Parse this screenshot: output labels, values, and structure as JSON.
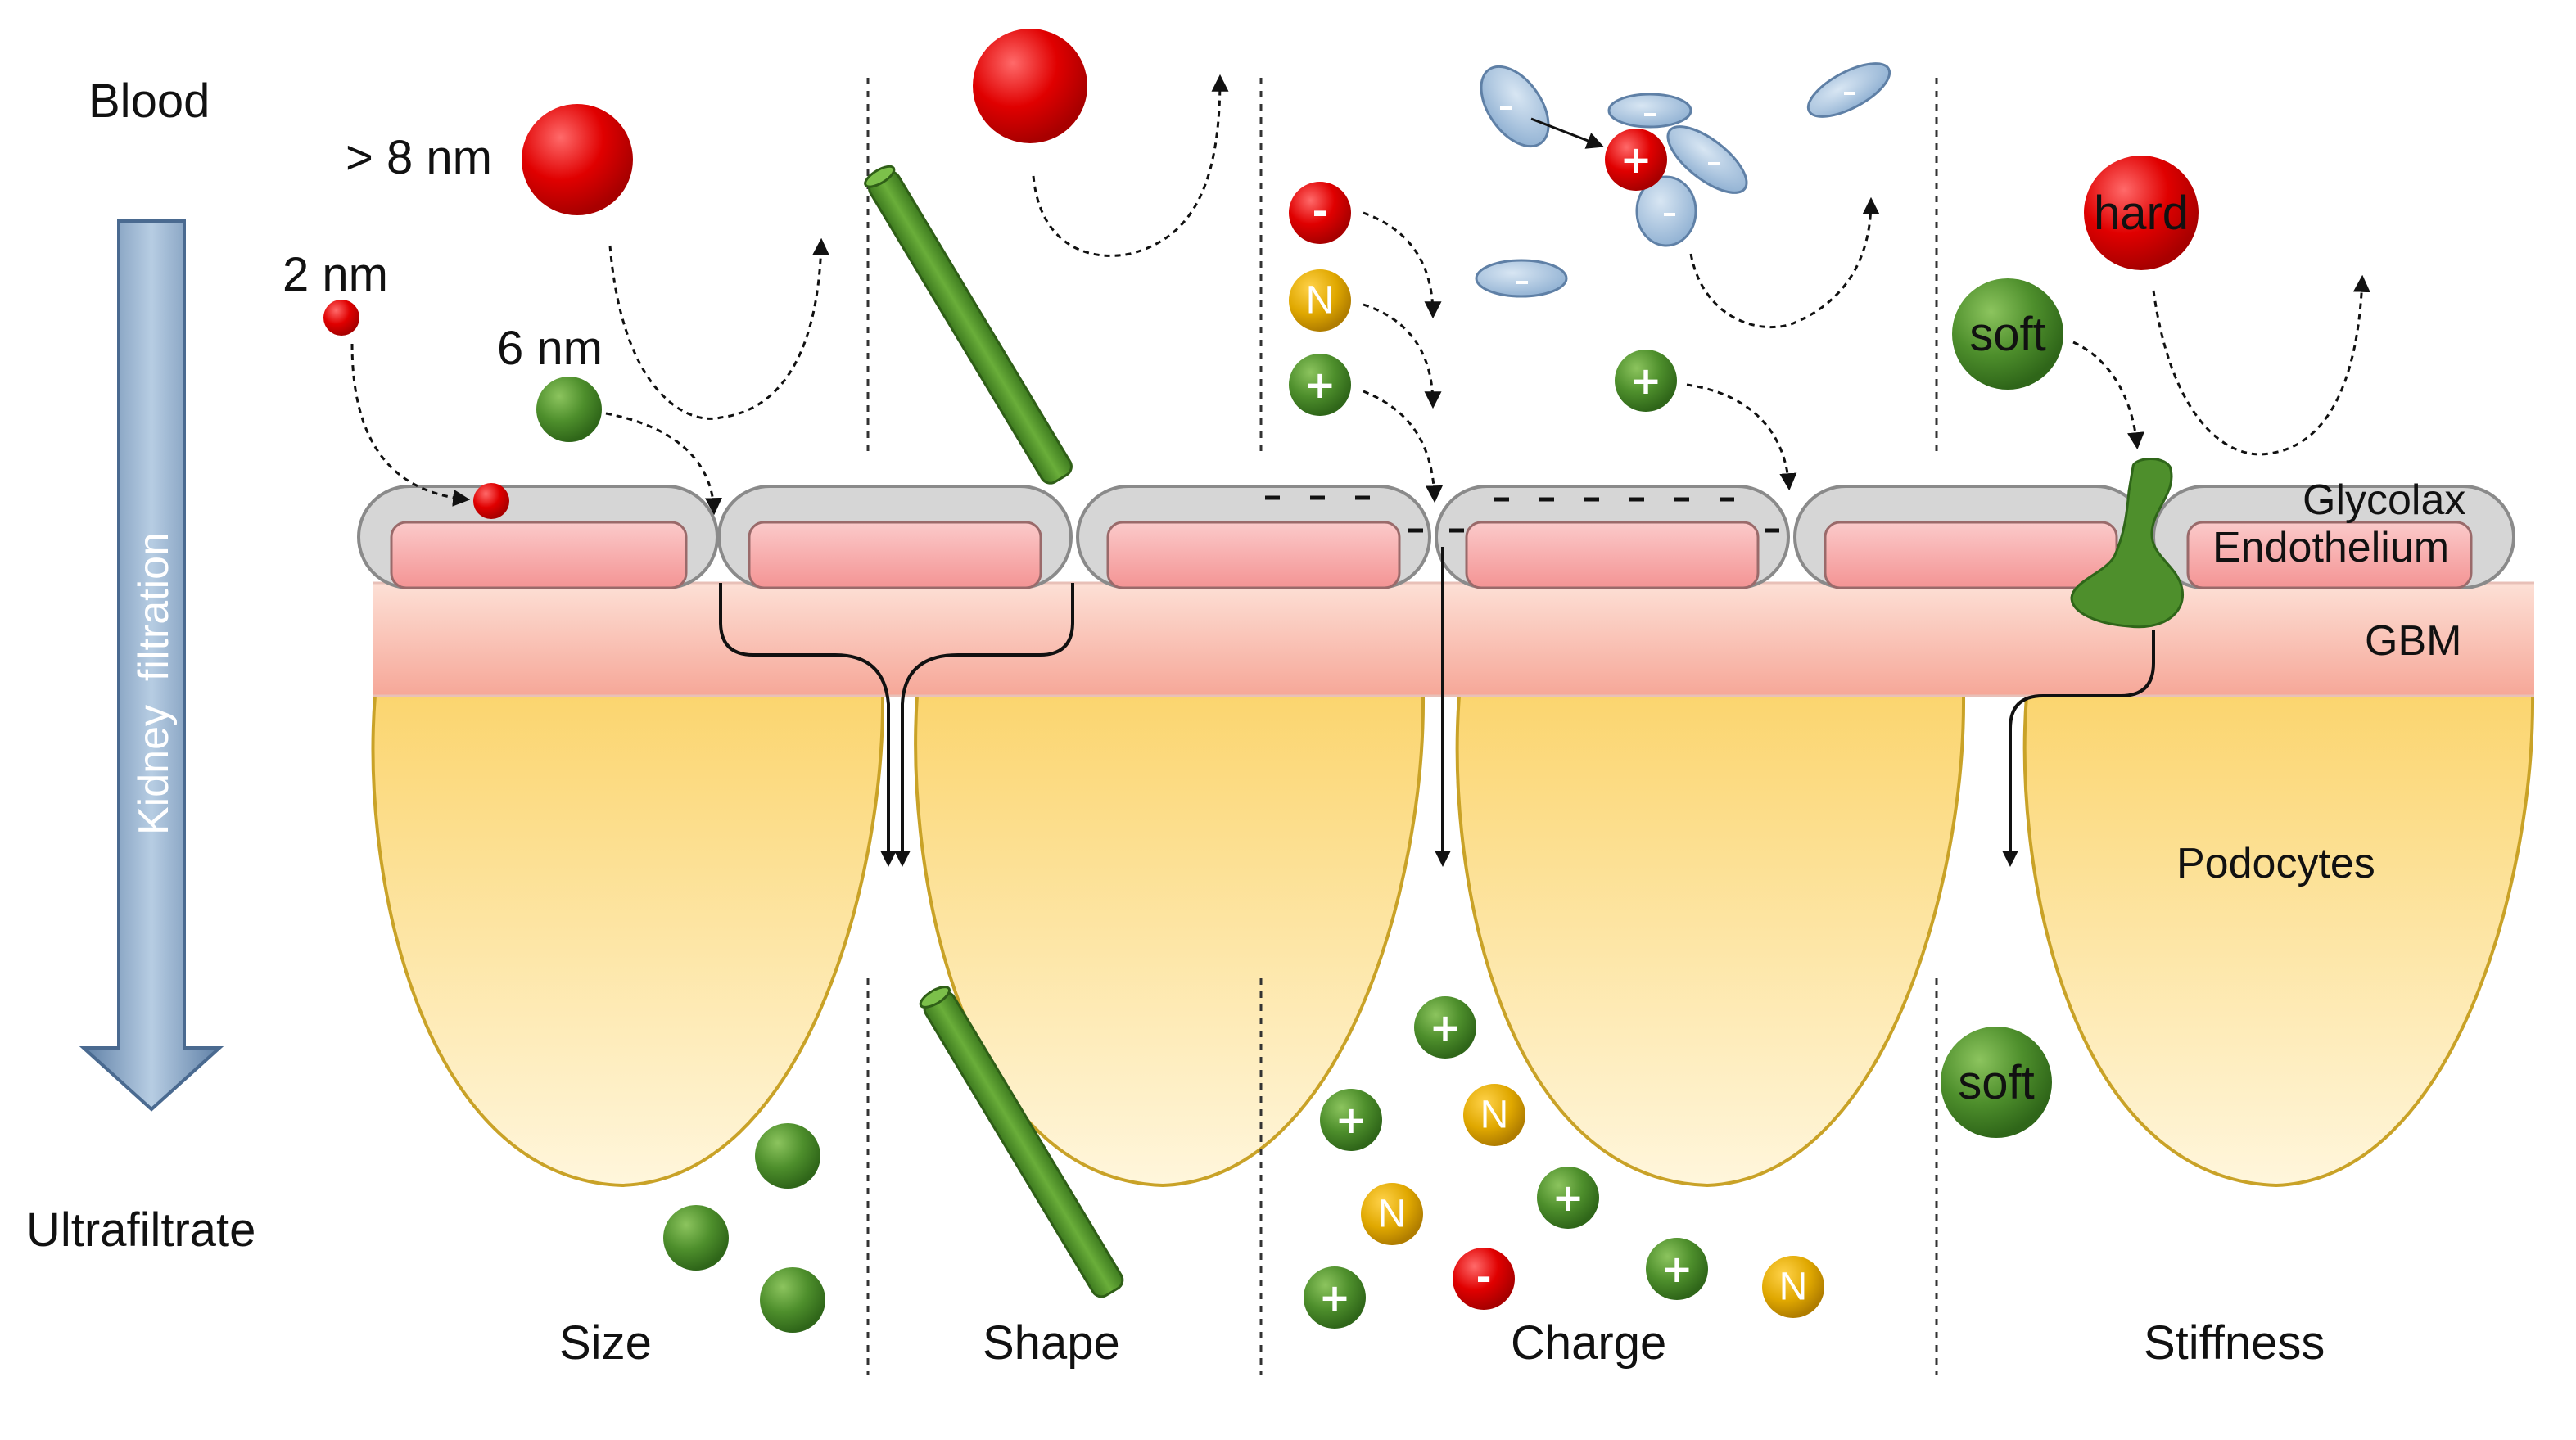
{
  "diagram": {
    "side_labels": {
      "blood": "Blood",
      "ultrafiltrate": "Ultrafiltrate",
      "arrow": "Kidney  filtration"
    },
    "size_labels": {
      "large": "> 8 nm",
      "small": "2 nm",
      "medium": "6 nm"
    },
    "layer_labels": {
      "glycolax": "Glycolax",
      "endothelium": "Endothelium",
      "gbm": "GBM",
      "podocytes": "Podocytes"
    },
    "panel_labels": {
      "size": "Size",
      "shape": "Shape",
      "charge": "Charge",
      "stiffness": "Stiffness"
    },
    "stiffness_labels": {
      "hard": "hard",
      "soft_top": "soft",
      "soft_bottom": "soft"
    },
    "charge_symbols": {
      "positive": "+",
      "negative": "-",
      "neutral": "N"
    },
    "colors": {
      "red_particle": "#e00000",
      "green_particle": "#4e8f2c",
      "neutral_particle": "#d4a10a",
      "glycocalyx": "#d9d9d9",
      "endothelium": "#f6a5a5",
      "gbm": "#f9c9bd",
      "podocyte": "#fde9a8",
      "protein": "#9dbbd8",
      "arrow": "#7a9bbf"
    }
  }
}
